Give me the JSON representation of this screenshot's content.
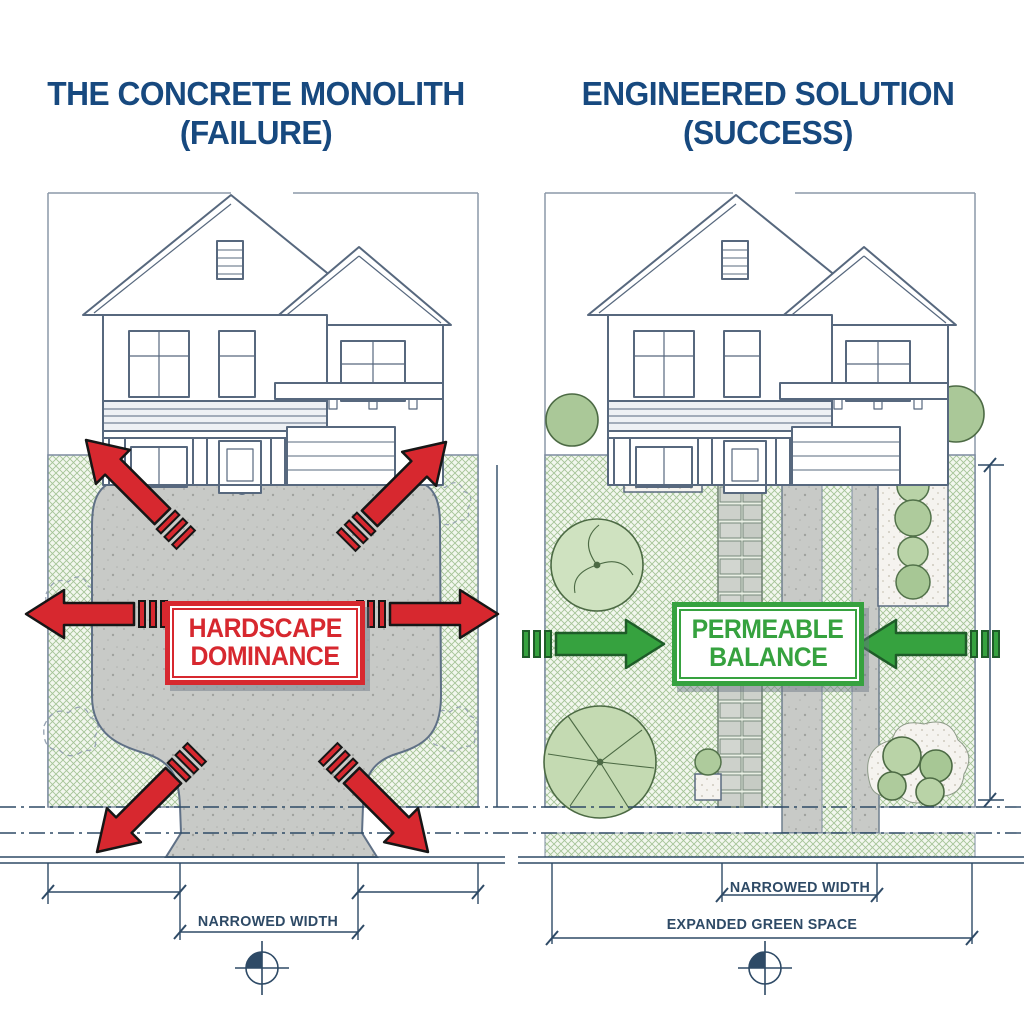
{
  "diagram": {
    "panels": [
      {
        "id": "concrete-monolith",
        "title_line1": "THE CONCRETE MONOLITH",
        "title_line2": "(FAILURE)",
        "callout_line1": "HARDSCAPE",
        "callout_line2": "DOMINANCE",
        "dim_narrowed": "NARROWED WIDTH",
        "theme_color": "#D7282F",
        "arrow_direction": "outward",
        "arrow_count": 6
      },
      {
        "id": "engineered-solution",
        "title_line1": "ENGINEERED SOLUTION",
        "title_line2": "(SUCCESS)",
        "callout_line1": "PERMEABLE",
        "callout_line2": "BALANCE",
        "dim_narrowed": "NARROWED WIDTH",
        "dim_expanded": "EXPANDED GREEN SPACE",
        "theme_color": "#36A23F",
        "arrow_direction": "inward",
        "arrow_count": 2
      }
    ],
    "colors": {
      "title_blue": "#17497F",
      "failure_red": "#D7282F",
      "success_green": "#36A23F",
      "concrete_gray": "#C8CAC7",
      "lawn_green": "#F2F7EE",
      "linework_blue": "#2E4A66"
    }
  }
}
